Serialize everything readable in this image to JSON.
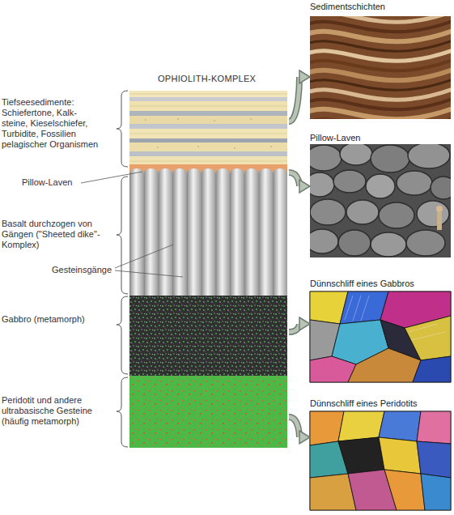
{
  "diagram": {
    "title": "OPHIOLITH-KOMPLEX",
    "nodes": [
      {
        "text": [
          "Tiefseesedimente: Schiefertone, Kalk- steine, Kieselschiefer, Turbidite, Fossilien pelagischer Organismen"
        ]
      },
      {
        "text": [
          "Pillow-Laven"
        ]
      },
      {
        "text": [
          "Basalt durchzogen von Gängen (\"Sheeted dike\"- Komplex)"
        ]
      },
      {
        "text": [
          "Gabbro (metamorph)"
        ]
      },
      {
        "text": [
          "Peridotit und andere ultrabasische Gesteine (häufig metamorph)"
        ]
      },
      {
        "text": [
          "Sedimentschichten"
        ]
      },
      {
        "text": [
          "Pillow-Laven"
        ]
      },
      {
        "text": [
          "Dünnschliff eines Gabbros"
        ]
      },
      {
        "text": [
          "Dünnschliff eines Peridotits"
        ]
      }
    ],
    "edges": [
      {
        "from": 0,
        "to": 5,
        "arrow": "to"
      },
      {
        "from": 1,
        "to": 6,
        "arrow": "to"
      },
      {
        "from": 3,
        "to": 7,
        "arrow": "to"
      },
      {
        "from": 4,
        "to": 8,
        "arrow": "to"
      }
    ],
    "labels": [
      "Gesteinsgänge"
    ]
  }
}
